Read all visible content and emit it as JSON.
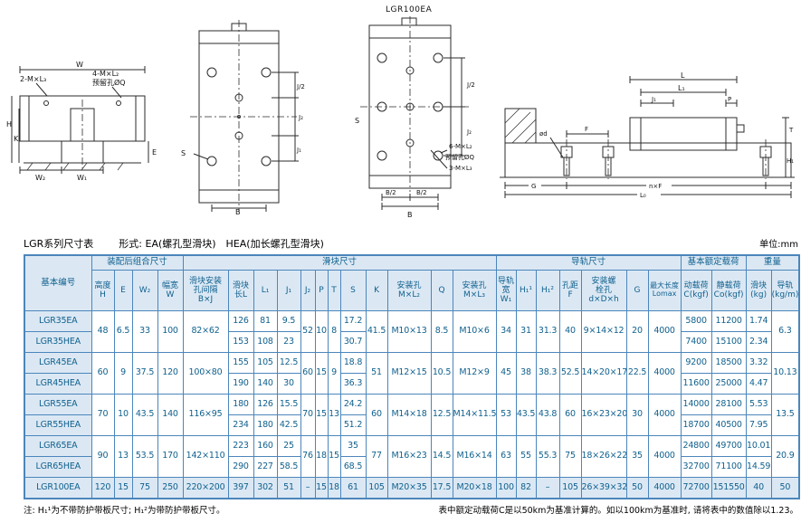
{
  "title": {
    "series": "LGR系列尺寸表",
    "forms": "形式: EA(螺孔型滑块)　HEA(加长螺孔型滑块)",
    "unit": "单位:mm"
  },
  "drawings": {
    "model_label": "LGR100EA",
    "end_view": {
      "labels": [
        "W",
        "2-M×L₃",
        "4-M×L₂",
        "预留孔ØQ",
        "H",
        "K",
        "E",
        "W₂",
        "W₁"
      ]
    },
    "ea_top_view": {
      "labels": [
        "J/2",
        "J₂",
        "J₁",
        "S",
        "B"
      ]
    },
    "hea_top_view": {
      "labels": [
        "J/2",
        "J₂",
        "S",
        "6-M×L₂",
        "预留孔ØQ",
        "3-M×L₃",
        "B/2",
        "B/2",
        "B"
      ]
    },
    "side_view": {
      "labels": [
        "L",
        "L₁",
        "J₁",
        "P",
        "T",
        "H₁",
        "ød",
        "F",
        "G",
        "n×F",
        "L₀"
      ]
    }
  },
  "table": {
    "header": [
      [
        {
          "t": "基本编号",
          "rs": 2
        },
        {
          "t": "装配后组合尺寸",
          "cs": 4
        },
        {
          "t": "滑块尺寸",
          "cs": 12
        },
        {
          "t": "导轨尺寸",
          "cs": 7
        },
        {
          "t": "基本额定载荷",
          "cs": 2
        },
        {
          "t": "重量",
          "cs": 2
        }
      ],
      [
        {
          "t": "高度\nH"
        },
        {
          "t": "E"
        },
        {
          "t": "W₂"
        },
        {
          "t": "幅宽\nW"
        },
        {
          "t": "滑块安装\n孔间隔\nB×J"
        },
        {
          "t": "滑块\n长L"
        },
        {
          "t": "L₁"
        },
        {
          "t": "J₁"
        },
        {
          "t": "J₂"
        },
        {
          "t": "P"
        },
        {
          "t": "T"
        },
        {
          "t": "S"
        },
        {
          "t": "K"
        },
        {
          "t": "安装孔\nM×L₂"
        },
        {
          "t": "Q"
        },
        {
          "t": "安装孔\nM×L₃"
        },
        {
          "t": "导轨\n宽W₁"
        },
        {
          "t": "H₁¹"
        },
        {
          "t": "H₁²"
        },
        {
          "t": "孔距\nF"
        },
        {
          "t": "安装螺\n栓孔\nd×D×h"
        },
        {
          "t": "G"
        },
        {
          "t": "最大长度\nLomax",
          "cls": "sm"
        },
        {
          "t": "动载荷\nC(kgf)"
        },
        {
          "t": "静载荷\nCo(kgf)"
        },
        {
          "t": "滑块\n(kg)"
        },
        {
          "t": "导轨\n(kg/m)"
        }
      ]
    ],
    "rows": [
      [
        {
          "t": "LGR35EA",
          "cls": "rowlabel"
        },
        {
          "t": "48",
          "rs": 2
        },
        {
          "t": "6.5",
          "rs": 2
        },
        {
          "t": "33",
          "rs": 2
        },
        {
          "t": "100",
          "rs": 2
        },
        {
          "t": "82×62",
          "rs": 2
        },
        "126",
        "81",
        "9.5",
        {
          "t": "52",
          "rs": 2
        },
        {
          "t": "10",
          "rs": 2
        },
        {
          "t": "8",
          "rs": 2
        },
        "17.2",
        {
          "t": "41.5",
          "rs": 2
        },
        {
          "t": "M10×13",
          "rs": 2
        },
        {
          "t": "8.5",
          "rs": 2
        },
        {
          "t": "M10×6",
          "rs": 2
        },
        {
          "t": "34",
          "rs": 2
        },
        {
          "t": "31",
          "rs": 2
        },
        {
          "t": "31.3",
          "rs": 2
        },
        {
          "t": "40",
          "rs": 2
        },
        {
          "t": "9×14×12",
          "rs": 2
        },
        {
          "t": "20",
          "rs": 2
        },
        {
          "t": "4000",
          "rs": 2
        },
        "5800",
        "11200",
        "1.74",
        {
          "t": "6.3",
          "rs": 2
        }
      ],
      [
        {
          "t": "LGR35HEA",
          "cls": "rowlabel"
        },
        "153",
        "108",
        "23",
        "30.7",
        "7400",
        "15100",
        "2.34"
      ],
      [
        {
          "t": "LGR45EA",
          "cls": "rowlabel"
        },
        {
          "t": "60",
          "rs": 2
        },
        {
          "t": "9",
          "rs": 2
        },
        {
          "t": "37.5",
          "rs": 2
        },
        {
          "t": "120",
          "rs": 2
        },
        {
          "t": "100×80",
          "rs": 2
        },
        "155",
        "105",
        "12.5",
        {
          "t": "60",
          "rs": 2
        },
        {
          "t": "15",
          "rs": 2
        },
        {
          "t": "9",
          "rs": 2
        },
        "18.8",
        {
          "t": "51",
          "rs": 2
        },
        {
          "t": "M12×15",
          "rs": 2
        },
        {
          "t": "10.5",
          "rs": 2
        },
        {
          "t": "M12×9",
          "rs": 2
        },
        {
          "t": "45",
          "rs": 2
        },
        {
          "t": "38",
          "rs": 2
        },
        {
          "t": "38.3",
          "rs": 2
        },
        {
          "t": "52.5",
          "rs": 2
        },
        {
          "t": "14×20×17",
          "rs": 2
        },
        {
          "t": "22.5",
          "rs": 2
        },
        {
          "t": "4000",
          "rs": 2
        },
        "9200",
        "18500",
        "3.32",
        {
          "t": "10.13",
          "rs": 2
        }
      ],
      [
        {
          "t": "LGR45HEA",
          "cls": "rowlabel"
        },
        "190",
        "140",
        "30",
        "36.3",
        "11600",
        "25000",
        "4.47"
      ],
      [
        {
          "t": "LGR55EA",
          "cls": "rowlabel"
        },
        {
          "t": "70",
          "rs": 2
        },
        {
          "t": "10",
          "rs": 2
        },
        {
          "t": "43.5",
          "rs": 2
        },
        {
          "t": "140",
          "rs": 2
        },
        {
          "t": "116×95",
          "rs": 2
        },
        "180",
        "126",
        "15.5",
        {
          "t": "70",
          "rs": 2
        },
        {
          "t": "15",
          "rs": 2
        },
        {
          "t": "13",
          "rs": 2
        },
        "24.2",
        {
          "t": "60",
          "rs": 2
        },
        {
          "t": "M14×18",
          "rs": 2
        },
        {
          "t": "12.5",
          "rs": 2
        },
        {
          "t": "M14×11.5",
          "rs": 2
        },
        {
          "t": "53",
          "rs": 2
        },
        {
          "t": "43.5",
          "rs": 2
        },
        {
          "t": "43.8",
          "rs": 2
        },
        {
          "t": "60",
          "rs": 2
        },
        {
          "t": "16×23×20",
          "rs": 2
        },
        {
          "t": "30",
          "rs": 2
        },
        {
          "t": "4000",
          "rs": 2
        },
        "14000",
        "28100",
        "5.53",
        {
          "t": "13.5",
          "rs": 2
        }
      ],
      [
        {
          "t": "LGR55HEA",
          "cls": "rowlabel"
        },
        "234",
        "180",
        "42.5",
        "51.2",
        "18700",
        "40500",
        "7.95"
      ],
      [
        {
          "t": "LGR65EA",
          "cls": "rowlabel"
        },
        {
          "t": "90",
          "rs": 2
        },
        {
          "t": "13",
          "rs": 2
        },
        {
          "t": "53.5",
          "rs": 2
        },
        {
          "t": "170",
          "rs": 2
        },
        {
          "t": "142×110",
          "rs": 2
        },
        "223",
        "160",
        "25",
        {
          "t": "76",
          "rs": 2
        },
        {
          "t": "18",
          "rs": 2
        },
        {
          "t": "15",
          "rs": 2
        },
        "35",
        {
          "t": "77",
          "rs": 2
        },
        {
          "t": "M16×23",
          "rs": 2
        },
        {
          "t": "14.5",
          "rs": 2
        },
        {
          "t": "M16×14",
          "rs": 2
        },
        {
          "t": "63",
          "rs": 2
        },
        {
          "t": "55",
          "rs": 2
        },
        {
          "t": "55.3",
          "rs": 2
        },
        {
          "t": "75",
          "rs": 2
        },
        {
          "t": "18×26×22",
          "rs": 2
        },
        {
          "t": "35",
          "rs": 2
        },
        {
          "t": "4000",
          "rs": 2
        },
        "24800",
        "49700",
        "10.01",
        {
          "t": "20.9",
          "rs": 2
        }
      ],
      [
        {
          "t": "LGR65HEA",
          "cls": "rowlabel"
        },
        "290",
        "227",
        "58.5",
        "68.5",
        "32700",
        "71100",
        "14.59"
      ],
      [
        {
          "t": "LGR100EA",
          "cls": "rowlabel"
        },
        "120",
        "15",
        "75",
        "250",
        "220×200",
        "397",
        "302",
        "51",
        "–",
        "15",
        "18",
        "61",
        "105",
        "M20×35",
        "17.5",
        "M20×18",
        "100",
        "82",
        "–",
        "105",
        "26×39×32",
        "50",
        "4000",
        "72700",
        "151550",
        "40",
        "50"
      ]
    ],
    "tint_rows": [
      8
    ]
  },
  "notes": {
    "left": "注: H₁¹为不带防护带板尺寸; H₁²为带防护带板尺寸。",
    "right": "表中额定动载荷C是以50km为基准计算的。如以100km为基准时, 请将表中的数值除以1.23。"
  }
}
